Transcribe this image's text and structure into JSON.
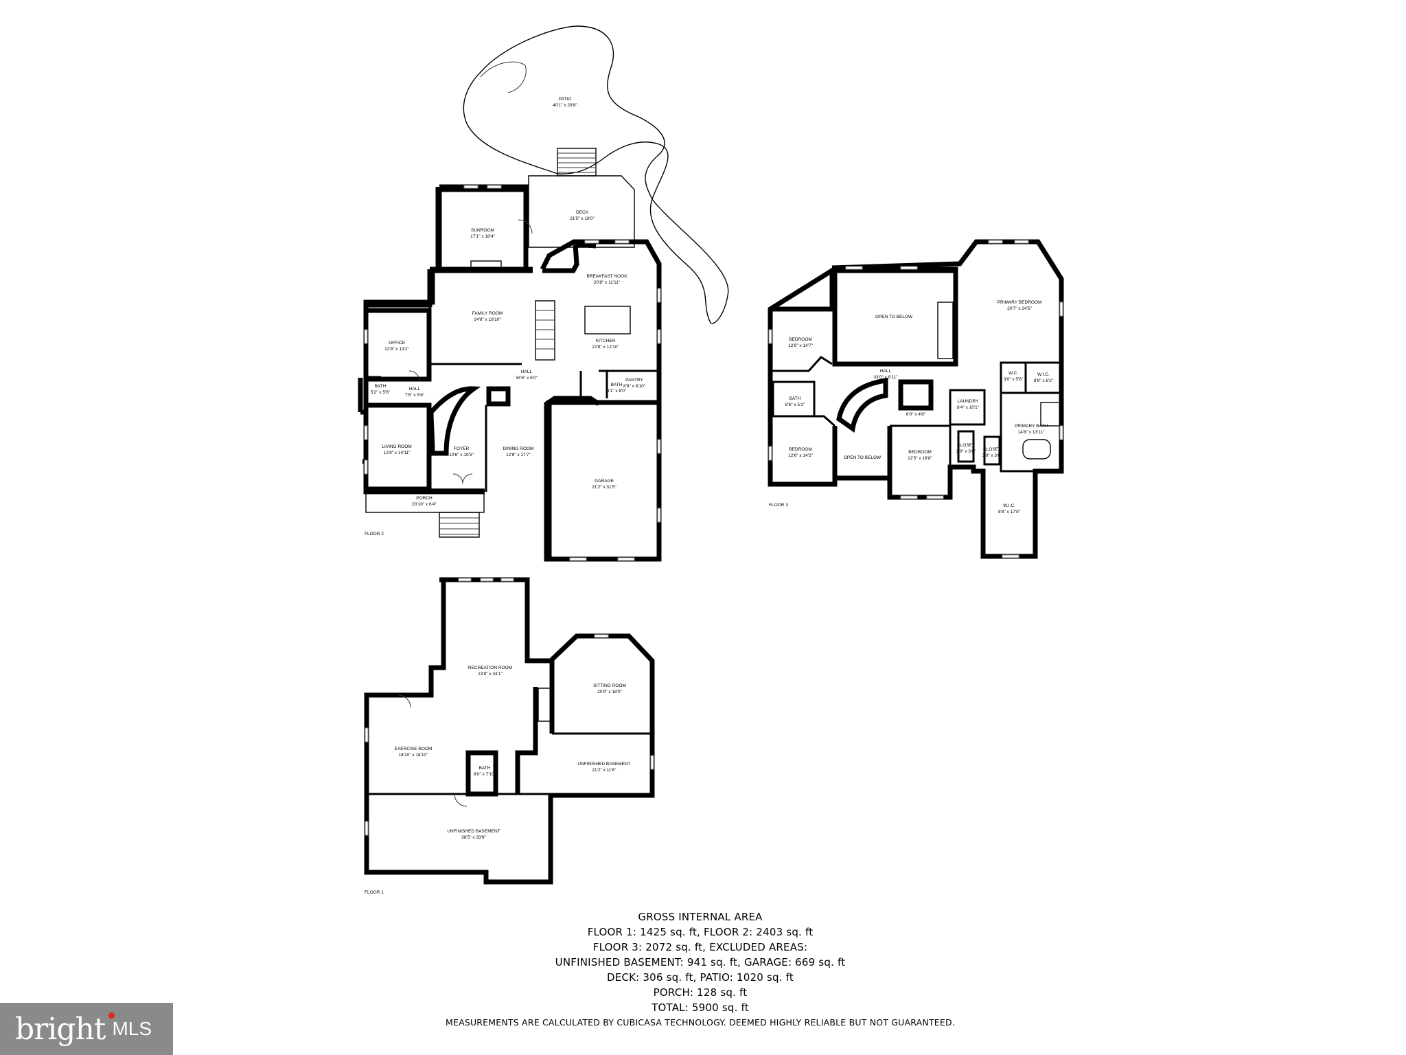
{
  "floor2": {
    "label": "FLOOR 2",
    "rooms": [
      {
        "key": "patio",
        "name": "PATIO",
        "dims": "40'1\" x 29'8\""
      },
      {
        "key": "deck",
        "name": "DECK",
        "dims": "21'5\" x 18'0\""
      },
      {
        "key": "sunroom",
        "name": "SUNROOM",
        "dims": "17'1\" x 18'4\""
      },
      {
        "key": "breakfast",
        "name": "BREAKFAST NOOK",
        "dims": "20'8\" x 11'11\""
      },
      {
        "key": "family",
        "name": "FAMILY ROOM",
        "dims": "24'8\" x 18'10\""
      },
      {
        "key": "kitchen",
        "name": "KITCHEN",
        "dims": "22'8\" x 12'10\""
      },
      {
        "key": "office",
        "name": "OFFICE",
        "dims": "12'8\" x 13'2\""
      },
      {
        "key": "hall_small",
        "name": "HALL",
        "dims": "7'6\" x 5'6\""
      },
      {
        "key": "bath",
        "name": "BATH",
        "dims": "5'2\" x 5'6\""
      },
      {
        "key": "hall_main",
        "name": "HALL",
        "dims": "34'6\" x 6'0\""
      },
      {
        "key": "pantry",
        "name": "PANTRY",
        "dims": "8'9\" x 8'10\""
      },
      {
        "key": "bath2",
        "name": "BATH",
        "dims": "4'1\" x 8'0\""
      },
      {
        "key": "living",
        "name": "LIVING ROOM",
        "dims": "12'8\" x 14'11\""
      },
      {
        "key": "foyer",
        "name": "FOYER",
        "dims": "10'6\" x 19'5\""
      },
      {
        "key": "dining",
        "name": "DINING ROOM",
        "dims": "12'8\" x 17'7\""
      },
      {
        "key": "garage",
        "name": "GARAGE",
        "dims": "21'2\" x 31'5\""
      },
      {
        "key": "porch",
        "name": "PORCH",
        "dims": "20'10\" x 6'4\""
      }
    ]
  },
  "floor3": {
    "label": "FLOOR 3",
    "rooms": [
      {
        "key": "open1",
        "name": "OPEN TO BELOW",
        "dims": ""
      },
      {
        "key": "primary_bed",
        "name": "PRIMARY BEDROOM",
        "dims": "20'7\" x 24'5\""
      },
      {
        "key": "bed1",
        "name": "BEDROOM",
        "dims": "12'6\" x 14'7\""
      },
      {
        "key": "hall",
        "name": "HALL",
        "dims": "33'0\" x 8'11\""
      },
      {
        "key": "bath_a",
        "name": "BATH",
        "dims": "8'6\" x 5'1\""
      },
      {
        "key": "bath_b",
        "name": "BATH",
        "dims": "6'0\" x 4'8\""
      },
      {
        "key": "laundry",
        "name": "LAUNDRY",
        "dims": "8'4\" x 10'1\""
      },
      {
        "key": "wic1",
        "name": "W.I.C.",
        "dims": "8'8\" x 6'2\""
      },
      {
        "key": "wc",
        "name": "W.C.",
        "dims": "3'0\" x 5'6\""
      },
      {
        "key": "primary_bath",
        "name": "PRIMARY BATH",
        "dims": "14'8\" x 13'11\""
      },
      {
        "key": "bed2",
        "name": "BEDROOM",
        "dims": "12'6\" x 14'2\""
      },
      {
        "key": "open2",
        "name": "OPEN TO BELOW",
        "dims": ""
      },
      {
        "key": "bed3",
        "name": "BEDROOM",
        "dims": "12'5\" x 18'8\""
      },
      {
        "key": "closet1",
        "name": "CLOSET",
        "dims": "3'0\" x 3'6\""
      },
      {
        "key": "closet2",
        "name": "CLOSET",
        "dims": "3'0\" x 3'6\""
      },
      {
        "key": "wic2",
        "name": "W.I.C.",
        "dims": "8'8\" x 17'8\""
      }
    ]
  },
  "floor1": {
    "label": "FLOOR 1",
    "rooms": [
      {
        "key": "rec",
        "name": "RECREATION ROOM",
        "dims": "23'8\" x 34'1\""
      },
      {
        "key": "sitting",
        "name": "SITTING ROOM",
        "dims": "20'9\" x 18'0\""
      },
      {
        "key": "exercise",
        "name": "EXERCISE ROOM",
        "dims": "18'10\" x 18'10\""
      },
      {
        "key": "bath",
        "name": "BATH",
        "dims": "8'0\" x 7'10\""
      },
      {
        "key": "unfin1",
        "name": "UNFINISHED BASEMENT",
        "dims": "21'2\" x 11'6\""
      },
      {
        "key": "unfin2",
        "name": "UNFINISHED BASEMENT",
        "dims": "38'5\" x 33'9\""
      }
    ]
  },
  "gross_area": {
    "title": "GROSS INTERNAL AREA",
    "lines": [
      "FLOOR 1: 1425 sq. ft, FLOOR 2: 2403 sq. ft",
      "FLOOR 3: 2072 sq. ft, EXCLUDED AREAS:",
      "UNFINISHED BASEMENT: 941 sq. ft, GARAGE: 669 sq. ft",
      "DECK: 306 sq. ft, PATIO: 1020 sq. ft",
      "PORCH: 128 sq. ft",
      "TOTAL: 5900 sq. ft"
    ],
    "disclaimer": "MEASUREMENTS ARE CALCULATED BY CUBICASA TECHNOLOGY. DEEMED HIGHLY RELIABLE BUT NOT GUARANTEED."
  },
  "logo": {
    "brand": "bright",
    "suffix": "MLS",
    "accent": "#e1261c"
  }
}
